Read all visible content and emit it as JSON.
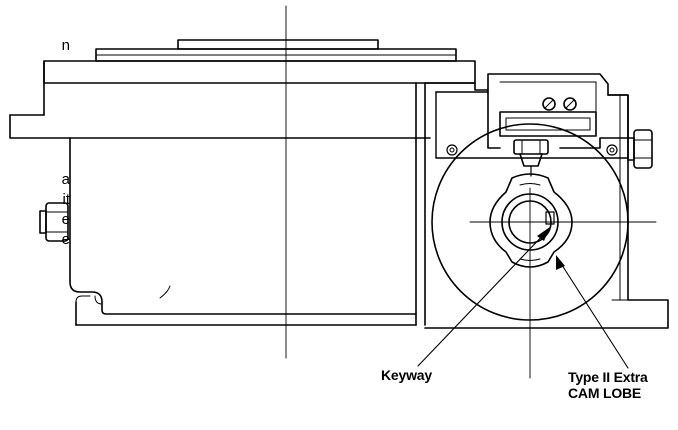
{
  "edge_text": {
    "line1": "n",
    "line2": "a",
    "line3": "it",
    "line4": "e",
    "line5": "e"
  },
  "labels": {
    "keyway": "Keyway",
    "cam_lobe_line1": "Type II Extra",
    "cam_lobe_line2": "CAM LOBE"
  },
  "colors": {
    "ink": "#000000",
    "background": "#ffffff"
  }
}
